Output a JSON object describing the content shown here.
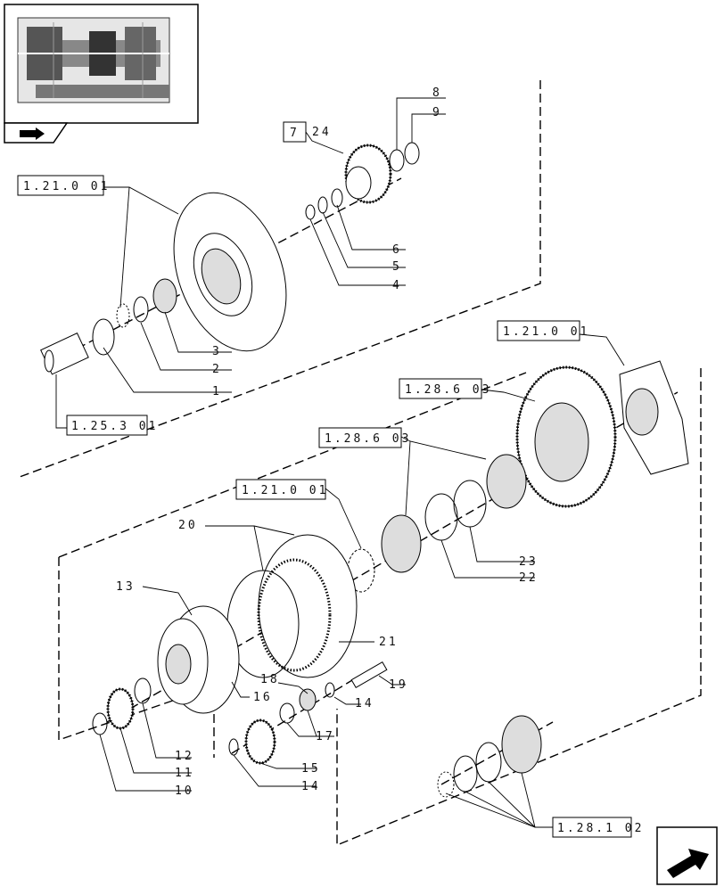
{
  "diagram": {
    "callouts": [
      "1",
      "2",
      "3",
      "4",
      "5",
      "6",
      "8",
      "9",
      "10",
      "11",
      "12",
      "13",
      "14",
      "14",
      "15",
      "16",
      "17",
      "18",
      "19",
      "20",
      "21",
      "22",
      "23",
      "24"
    ],
    "ref_box_top": "7",
    "references": {
      "r1": "1.21.0 01",
      "r2": "1.25.3 01",
      "r3": "1.21.0 01",
      "r4": "1.28.6 03",
      "r5": "1.28.6 03",
      "r6": "1.21.0 01",
      "r7": "1.28.1 02"
    }
  },
  "navigation": {
    "thumbnail": "assembly-thumbnail",
    "back_icon": "back-arrow-icon",
    "next_icon": "next-arrow-icon"
  }
}
